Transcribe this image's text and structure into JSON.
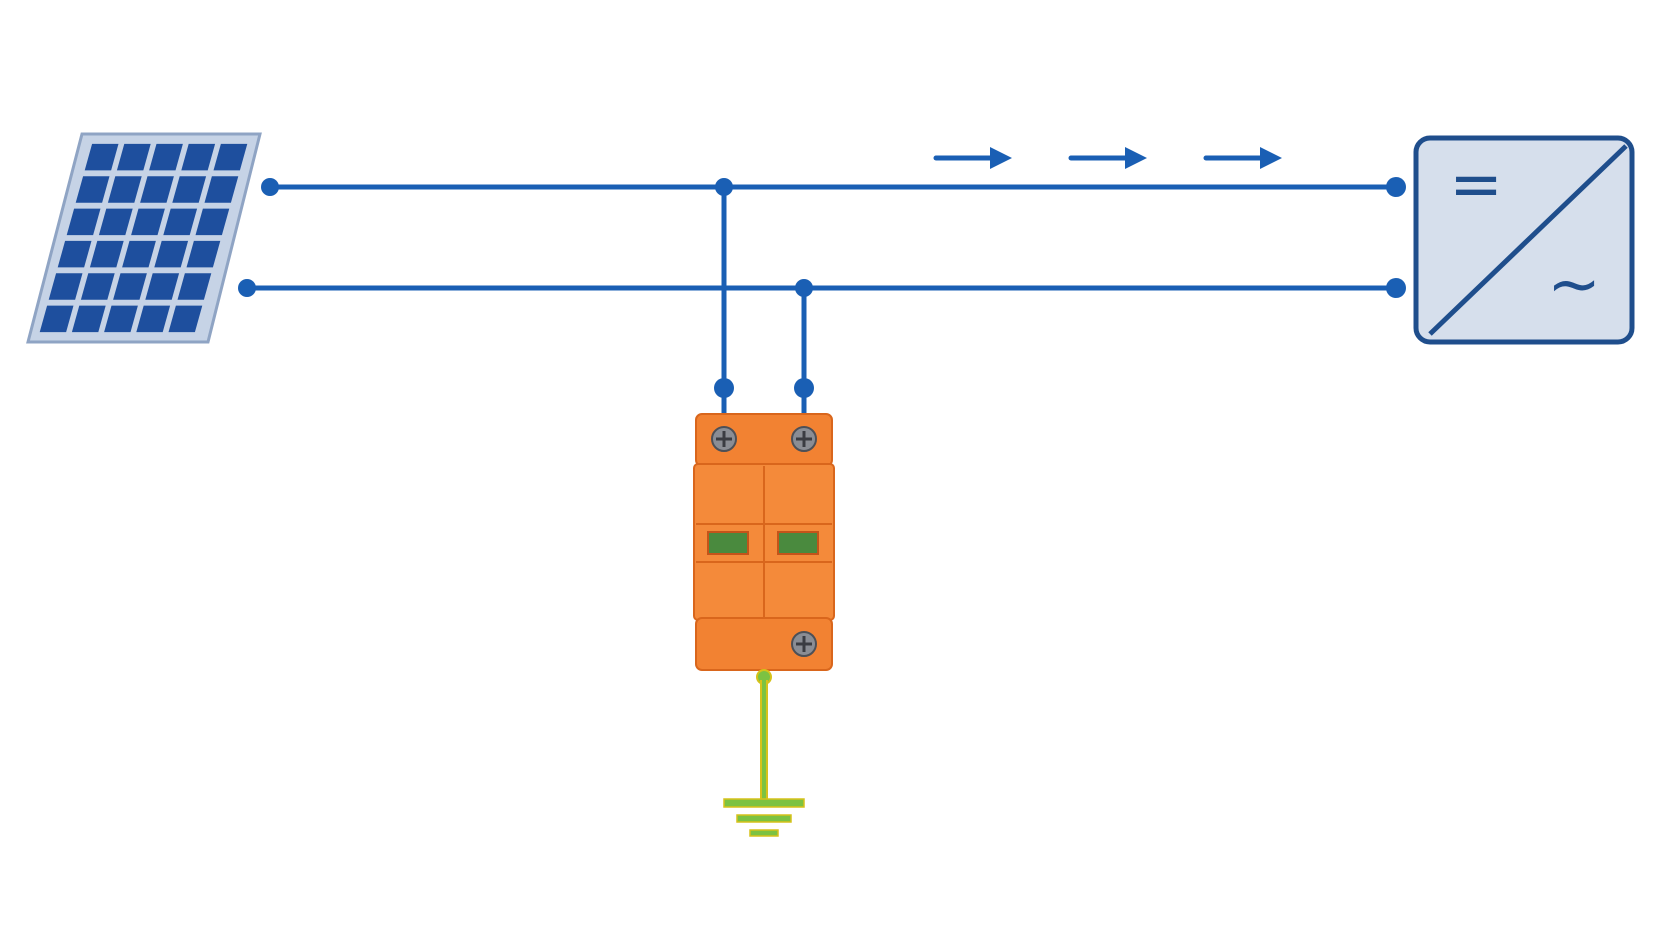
{
  "colors": {
    "background": "#ffffff",
    "wire": "#1a5fb4",
    "panel_frame": "#c6d3e6",
    "panel_cell": "#1e4f9e",
    "inverter_fill": "#d6dfec",
    "inverter_stroke": "#1f4e8c",
    "spd_body": "#f28232",
    "spd_edge": "#d9661c",
    "spd_window": "#4a8a3e",
    "screw": "#7c7f86",
    "ground_wire": "#7cc242",
    "ground_wire_edge": "#d6c21a"
  },
  "components": {
    "pv_panel": {
      "icon": "solar-panel-icon",
      "rows": 6,
      "cols": 5
    },
    "inverter": {
      "icon": "dc-ac-inverter-icon",
      "dc_symbol": "=",
      "ac_symbol": "~"
    },
    "surge_protector": {
      "icon": "surge-protection-device-icon",
      "poles": 2
    },
    "ground": {
      "icon": "earth-ground-icon"
    }
  },
  "flow": {
    "direction": "right",
    "arrow_count": 3,
    "icon": "arrow-right-icon"
  }
}
